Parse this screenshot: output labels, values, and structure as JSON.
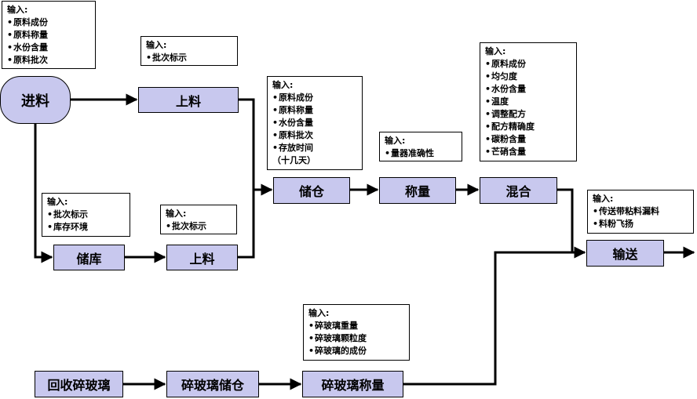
{
  "nodes": {
    "jinliao": "进料",
    "shangliao_top": "上料",
    "chucang": "储仓",
    "chengliang": "称量",
    "hunhe": "混合",
    "shusong": "输送",
    "chuku": "储库",
    "shangliao_bottom": "上料",
    "huishou": "回收碎玻璃",
    "suibo_chucang": "碎玻璃储仓",
    "suibo_chengliang": "碎玻璃称量"
  },
  "inputs": {
    "header": "输入:",
    "jinliao": [
      "原料成份",
      "原料称量",
      "水份含量",
      "原料批次"
    ],
    "shangliao_top": [
      "批次标示"
    ],
    "chucang": [
      "原料成份",
      "原料称量",
      "水份含量",
      "原料批次",
      "存放时间"
    ],
    "chucang_cont": "（十几天）",
    "chengliang": [
      "量器准确性"
    ],
    "hunhe": [
      "原料成份",
      "均匀度",
      "水份含量",
      "温度",
      "调整配方",
      "配方精确度",
      "碳粉含量",
      "芒硝含量"
    ],
    "chuku": [
      "批次标示",
      "库存环境"
    ],
    "shangliao_bottom": [
      "批次标示"
    ],
    "shusong": [
      "传送带粘料漏料",
      "料粉飞扬"
    ],
    "suibo": [
      "碎玻璃重量",
      "碎玻璃颗粒度",
      "碎玻璃的成份"
    ]
  },
  "colors": {
    "node_fill": "#c8c8ee",
    "line": "#000000"
  }
}
